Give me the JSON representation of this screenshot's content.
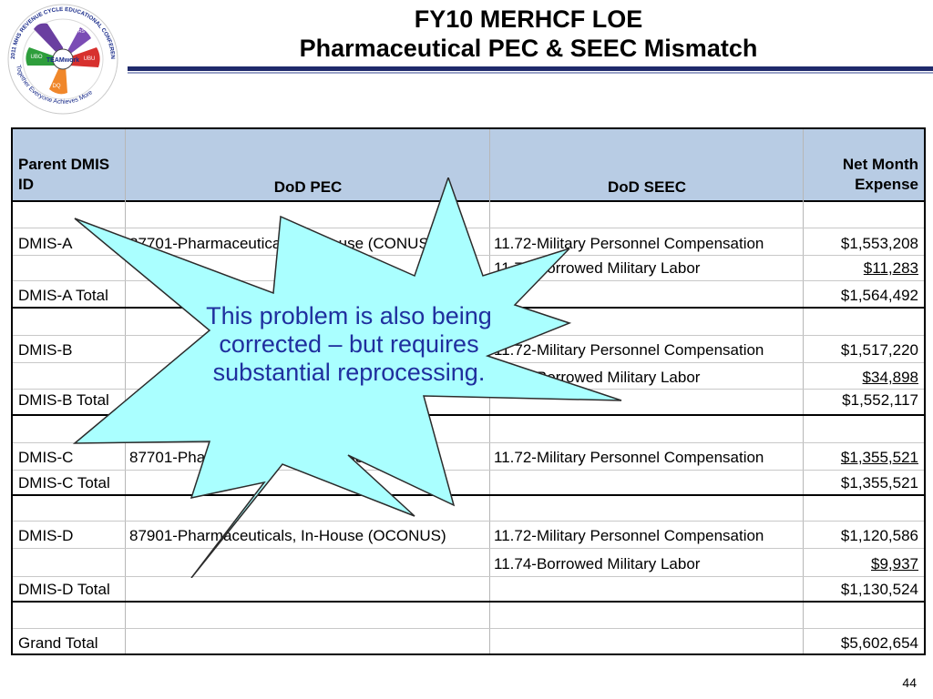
{
  "slide": {
    "title_line1": "FY10 MERHCF LOE",
    "title_line2": "Pharmaceutical PEC & SEEC Mismatch",
    "page_number": "44"
  },
  "logo": {
    "ring_text": "2011 MHS REVENUE CYCLE EDUCATIONAL CONFERENCE",
    "tagline": "Together Everyone Achieves More",
    "center_text": "TEAMwork",
    "hand_labels": [
      "MEPRS",
      "UBO",
      "UBU",
      "DQ"
    ]
  },
  "table": {
    "headers": [
      "Parent DMIS ID",
      "DoD PEC",
      "DoD SEEC",
      "Net Month Expense"
    ],
    "rows": [
      {
        "id": "DMIS-A",
        "pec": "87701-Pharmaceuticals, In-House (CONUS)",
        "seec": "11.72-Military Personnel Compensation",
        "amount": "$1,553,208"
      },
      {
        "id": "",
        "pec": "",
        "seec": "11.74-Borrowed Military Labor",
        "amount": "$11,283"
      },
      {
        "id": "DMIS-A Total",
        "pec": "",
        "seec": "",
        "amount": "$1,564,492"
      },
      {
        "id": "DMIS-B",
        "pec": "",
        "seec": "11.72-Military Personnel Compensation",
        "amount": "$1,517,220"
      },
      {
        "id": "",
        "pec": "",
        "seec": "11.74-Borrowed Military Labor",
        "amount": "$34,898"
      },
      {
        "id": "DMIS-B Total",
        "pec": "",
        "seec": "",
        "amount": "$1,552,117"
      },
      {
        "id": "DMIS-C",
        "pec": "87701-Pharmaceuticals, In-House (CONUS)",
        "seec": "11.72-Military Personnel Compensation",
        "amount": "$1,355,521"
      },
      {
        "id": "DMIS-C Total",
        "pec": "",
        "seec": "",
        "amount": "$1,355,521"
      },
      {
        "id": "DMIS-D",
        "pec": "87901-Pharmaceuticals, In-House (OCONUS)",
        "seec": "11.72-Military Personnel Compensation",
        "amount": "$1,120,586"
      },
      {
        "id": "",
        "pec": "",
        "seec": "11.74-Borrowed Military Labor",
        "amount": "$9,937"
      },
      {
        "id": "DMIS-D Total",
        "pec": "",
        "seec": "",
        "amount": "$1,130,524"
      },
      {
        "id": "Grand Total",
        "pec": "",
        "seec": "",
        "amount": "$5,602,654"
      }
    ]
  },
  "callout": {
    "text": "This problem is also being corrected – but requires substantial reprocessing.",
    "fill_color": "#aaffff",
    "text_color": "#1f2f9e"
  }
}
